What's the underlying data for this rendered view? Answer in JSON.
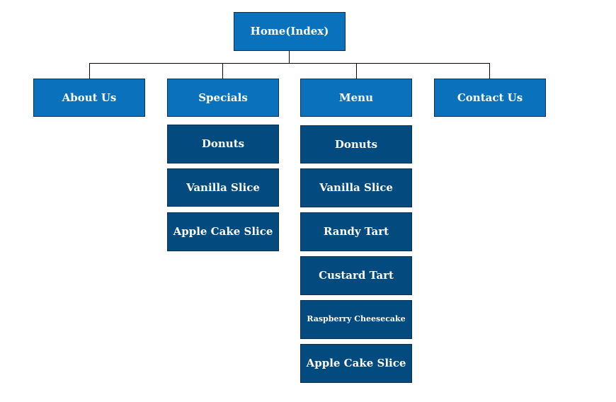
{
  "colors": {
    "primary": "#0a72bd",
    "secondary": "#034a7f"
  },
  "root": {
    "label": "Home(Index)"
  },
  "sections": {
    "about": {
      "label": "About Us"
    },
    "specials": {
      "label": "Specials",
      "items": [
        "Donuts",
        "Vanilla Slice",
        "Apple Cake Slice"
      ]
    },
    "menu": {
      "label": "Menu",
      "items": [
        "Donuts",
        "Vanilla Slice",
        "Randy Tart",
        "Custard Tart",
        "Raspberry Cheesecake",
        "Apple Cake Slice"
      ]
    },
    "contact": {
      "label": "Contact Us"
    }
  }
}
